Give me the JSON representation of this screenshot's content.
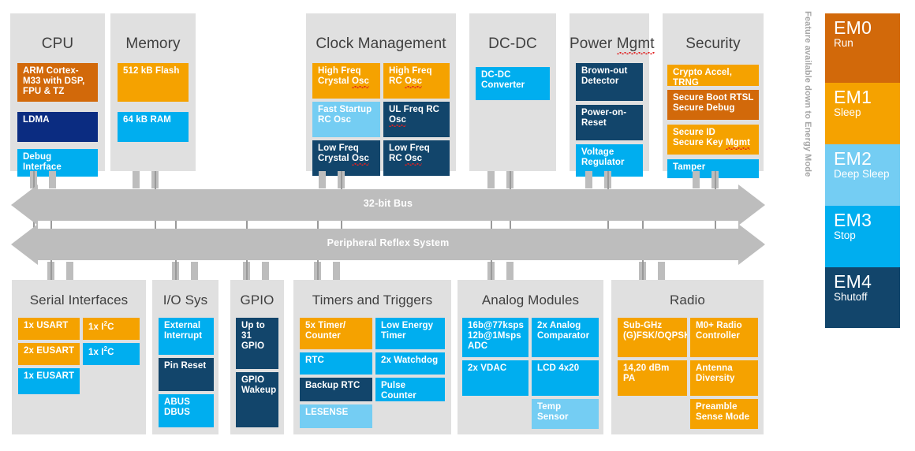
{
  "diagram": {
    "buses": [
      {
        "name": "32-bit Bus",
        "label": "32-bit Bus"
      },
      {
        "name": "peripheral-reflex-system",
        "label": "Peripheral Reflex System"
      }
    ],
    "top_panels": [
      {
        "title": "CPU",
        "cells": [
          {
            "label": "ARM Cortex-M33 with DSP, FPU & TZ",
            "color": "#d2690a"
          },
          {
            "label": "LDMA",
            "color": "#0b2c81"
          },
          {
            "label": "Debug Interface",
            "color": "#00aeef"
          }
        ]
      },
      {
        "title": "Memory",
        "cells": [
          {
            "label": "512 kB Flash",
            "color": "#f5a200"
          },
          {
            "label": "64 kB RAM",
            "color": "#00aeef"
          }
        ]
      },
      {
        "title": "Clock Management",
        "cells": [
          {
            "label": "High Freq Crystal Osc",
            "color": "#f5a200"
          },
          {
            "label": "High Freq RC Osc",
            "color": "#f5a200"
          },
          {
            "label": "Fast Startup RC Osc",
            "color": "#74cdf3"
          },
          {
            "label": "UL Freq RC Osc",
            "color": "#12456b"
          },
          {
            "label": "Low Freq Crystal Osc",
            "color": "#12456b"
          },
          {
            "label": "Low Freq RC Osc",
            "color": "#12456b"
          }
        ]
      },
      {
        "title": "DC-DC",
        "cells": [
          {
            "label": "DC-DC Converter",
            "color": "#00aeef"
          }
        ]
      },
      {
        "title": "Power Mgmt",
        "cells": [
          {
            "label": "Brown-out Detector",
            "color": "#12456b"
          },
          {
            "label": "Power-on-Reset",
            "color": "#12456b"
          },
          {
            "label": "Voltage Regulator",
            "color": "#00aeef"
          }
        ]
      },
      {
        "title": "Security",
        "cells": [
          {
            "label": "Crypto Accel, TRNG",
            "color": "#f5a200"
          },
          {
            "label": "Secure Boot RTSL Secure Debug",
            "color": "#d2690a"
          },
          {
            "label": "Secure ID Secure Key Mgmt",
            "color": "#f5a200"
          },
          {
            "label": "Tamper",
            "color": "#00aeef"
          }
        ]
      }
    ],
    "bottom_panels": [
      {
        "title": "Serial Interfaces",
        "cells": [
          {
            "label": "1x USART",
            "color": "#f5a200"
          },
          {
            "label": "1x I2C",
            "color": "#f5a200"
          },
          {
            "label": "2x EUSART",
            "color": "#f5a200"
          },
          {
            "label": "1x I2C",
            "color": "#00aeef"
          },
          {
            "label": "1x EUSART",
            "color": "#00aeef"
          }
        ]
      },
      {
        "title": "I/O Sys",
        "cells": [
          {
            "label": "External Interrupt",
            "color": "#00aeef"
          },
          {
            "label": "Pin Reset",
            "color": "#12456b"
          },
          {
            "label": "ABUS DBUS",
            "color": "#00aeef"
          }
        ]
      },
      {
        "title": "GPIO",
        "cells": [
          {
            "label": "Up to 31 GPIO",
            "color": "#12456b"
          },
          {
            "label": "GPIO Wakeup",
            "color": "#12456b"
          }
        ]
      },
      {
        "title": "Timers and Triggers",
        "cells": [
          {
            "label": "5x Timer/ Counter",
            "color": "#f5a200"
          },
          {
            "label": "Low Energy Timer",
            "color": "#00aeef"
          },
          {
            "label": "RTC",
            "color": "#00aeef"
          },
          {
            "label": "2x Watchdog",
            "color": "#00aeef"
          },
          {
            "label": "Backup RTC",
            "color": "#12456b"
          },
          {
            "label": "Pulse Counter",
            "color": "#00aeef"
          },
          {
            "label": "LESENSE",
            "color": "#74cdf3"
          }
        ]
      },
      {
        "title": "Analog Modules",
        "cells": [
          {
            "label": "16b@77ksps 12b@1Msps ADC",
            "color": "#00aeef"
          },
          {
            "label": "2x Analog Comparator",
            "color": "#00aeef"
          },
          {
            "label": "2x VDAC",
            "color": "#00aeef"
          },
          {
            "label": "LCD 4x20",
            "color": "#00aeef"
          },
          {
            "label": "Temp Sensor",
            "color": "#74cdf3"
          }
        ]
      },
      {
        "title": "Radio",
        "cells": [
          {
            "label": "Sub-GHz (G)FSK/OQPSK)",
            "color": "#f5a200"
          },
          {
            "label": "M0+ Radio Controller",
            "color": "#f5a200"
          },
          {
            "label": "14,20 dBm PA",
            "color": "#f5a200"
          },
          {
            "label": "Antenna Diversity",
            "color": "#f5a200"
          },
          {
            "label": "Preamble Sense Mode",
            "color": "#f5a200"
          }
        ]
      }
    ]
  },
  "legend": {
    "side_label": "Feature available down to Energy Mode",
    "modes": [
      {
        "id": "EM0",
        "name": "Run",
        "color": "#d2690a"
      },
      {
        "id": "EM1",
        "name": "Sleep",
        "color": "#f5a200"
      },
      {
        "id": "EM2",
        "name": "Deep Sleep",
        "color": "#74cdf3"
      },
      {
        "id": "EM3",
        "name": "Stop",
        "color": "#00aeef"
      },
      {
        "id": "EM4",
        "name": "Shutoff",
        "color": "#12456b"
      }
    ]
  },
  "text": {
    "cpu_core_l1": "ARM Cortex-",
    "cpu_core_l2": "M33 with DSP,",
    "cpu_core_l3": "FPU & TZ",
    "ldma": "LDMA",
    "debug_l1": "Debug",
    "debug_l2": "Interface",
    "flash": "512 kB Flash",
    "ram": "64 kB RAM",
    "hfxo_l1": "High Freq",
    "hfxo_l2a": "Crystal ",
    "hfxo_l2b": "Osc",
    "hfrco_l1": "High Freq",
    "hfrco_l2a": "RC ",
    "hfrco_l2b": "Osc",
    "fsrco_l1": "Fast Startup",
    "fsrco_l2": "RC Osc",
    "ulfrco_l1": "UL Freq RC",
    "ulfrco_l2": "Osc",
    "lfxo_l1": "Low Freq",
    "lfxo_l2a": "Crystal ",
    "lfxo_l2b": "Osc",
    "lfrco_l1": "Low Freq",
    "lfrco_l2a": "RC ",
    "lfrco_l2b": "Osc",
    "dcdc_l1": "DC-DC",
    "dcdc_l2": "Converter",
    "bod_l1": "Brown-out",
    "bod_l2": "Detector",
    "por_l1": "Power-on-",
    "por_l2": "Reset",
    "vreg_l1": "Voltage",
    "vreg_l2": "Regulator",
    "crypto": "Crypto Accel, TRNG",
    "sboot_l1": "Secure Boot RTSL",
    "sboot_l2": "Secure Debug",
    "sid_l1": "Secure ID",
    "sid_l2a": "Secure Key ",
    "sid_l2b": "Mgmt",
    "tamper": "Tamper",
    "usart1": "1x USART",
    "i2c_a": "1x I",
    "i2c_sup": "2",
    "i2c_b": "C",
    "eusart2": "2x EUSART",
    "eusart1": "1x EUSART",
    "extint_l1": "External",
    "extint_l2": "Interrupt",
    "pinreset": "Pin Reset",
    "abus": "ABUS",
    "dbus": "DBUS",
    "gpio31_l1": "Up to 31",
    "gpio31_l2": "GPIO",
    "gpiowk_l1": "GPIO",
    "gpiowk_l2": "Wakeup",
    "timer_l1": "5x Timer/",
    "timer_l2": "Counter",
    "letimer_l1": "Low Energy",
    "letimer_l2": "Timer",
    "rtc": "RTC",
    "wdog": "2x Watchdog",
    "brtc": "Backup RTC",
    "pcnt": "Pulse Counter",
    "lesense": "LESENSE",
    "adc_l1": "16b@77ksps",
    "adc_l2": "12b@1Msps",
    "adc_l3": "ADC",
    "acmp_l1": "2x Analog",
    "acmp_l2": "Comparator",
    "vdac": "2x VDAC",
    "lcd": "LCD 4x20",
    "temp_l1": "Temp",
    "temp_l2": "Sensor",
    "subghz_l1": "Sub-GHz",
    "subghz_l2": "(G)FSK/OQPSK)",
    "m0radio_l1": "M0+ Radio",
    "m0radio_l2": "Controller",
    "pa_l1": "14,20 dBm",
    "pa_l2": "PA",
    "antdiv_l1": "Antenna",
    "antdiv_l2": "Diversity",
    "psm_l1": "Preamble",
    "psm_l2": "Sense Mode",
    "pm_title_a": "Power ",
    "pm_title_b": "Mgmt"
  }
}
